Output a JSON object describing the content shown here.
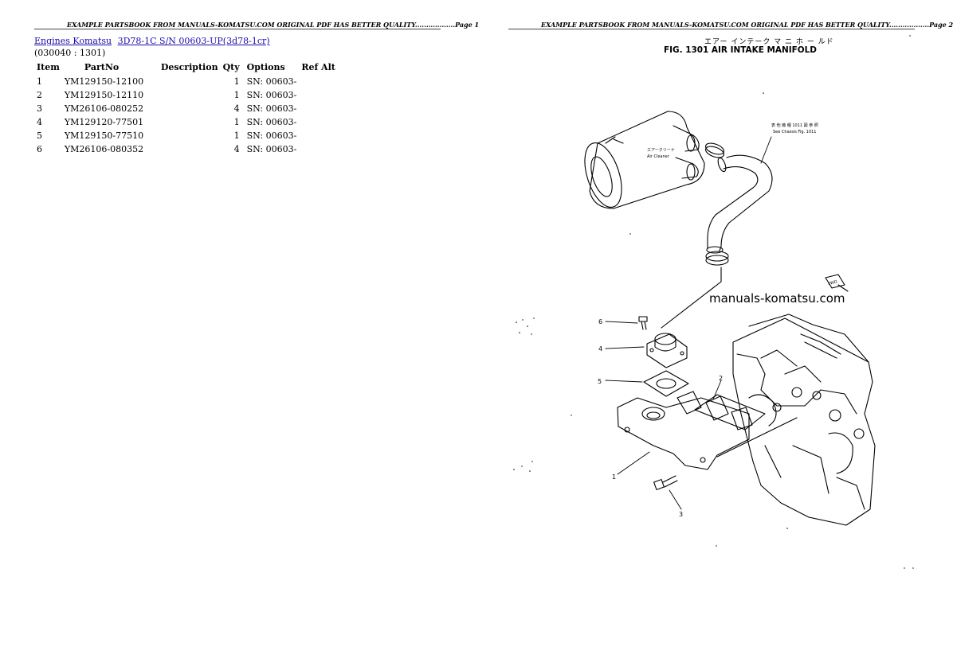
{
  "page1": {
    "header": "EXAMPLE PARTSBOOK FROM MANUALS-KOMATSU.COM ORIGINAL PDF HAS BETTER QUALITY..................Page 1",
    "breadcrumb": {
      "link1": "Engines Komatsu",
      "link2": "3D78-1C S/N 00603-UP(3d78-1cr)"
    },
    "group_code": "(030040 : 1301)",
    "table": {
      "headers": [
        "Item",
        "PartNo",
        "Description",
        "Qty",
        "Options",
        "Ref Alt"
      ],
      "rows": [
        {
          "item": "1",
          "partno": "YM129150-12100",
          "description": "",
          "qty": "1",
          "options": "SN: 00603-"
        },
        {
          "item": "2",
          "partno": "YM129150-12110",
          "description": "",
          "qty": "1",
          "options": "SN: 00603-"
        },
        {
          "item": "3",
          "partno": "YM26106-080252",
          "description": "",
          "qty": "4",
          "options": "SN: 00603-"
        },
        {
          "item": "4",
          "partno": "YM129120-77501",
          "description": "",
          "qty": "1",
          "options": "SN: 00603-"
        },
        {
          "item": "5",
          "partno": "YM129150-77510",
          "description": "",
          "qty": "1",
          "options": "SN: 00603-"
        },
        {
          "item": "6",
          "partno": "YM26106-080352",
          "description": "",
          "qty": "4",
          "options": "SN: 00603-"
        }
      ]
    }
  },
  "page2": {
    "header": "EXAMPLE PARTSBOOK FROM MANUALS-KOMATSU.COM ORIGINAL PDF HAS BETTER QUALITY..................Page 2",
    "figure_title_jp": "エアー インテーク マ ニ ホ ー ルド",
    "figure_title": "FIG. 1301 AIR INTAKE MANIFOLD",
    "watermark": "manuals-komatsu.com",
    "air_cleaner_label_jp": "エアークリーナ",
    "air_cleaner_label": "Air Cleaner",
    "chassis_ref_jp": "表 他 機 種 1011 図 参 照",
    "chassis_ref": "See Chassis Fig. 1011",
    "fwd_label": "FWD",
    "callouts": [
      "1",
      "2",
      "3",
      "4",
      "5",
      "6"
    ]
  }
}
